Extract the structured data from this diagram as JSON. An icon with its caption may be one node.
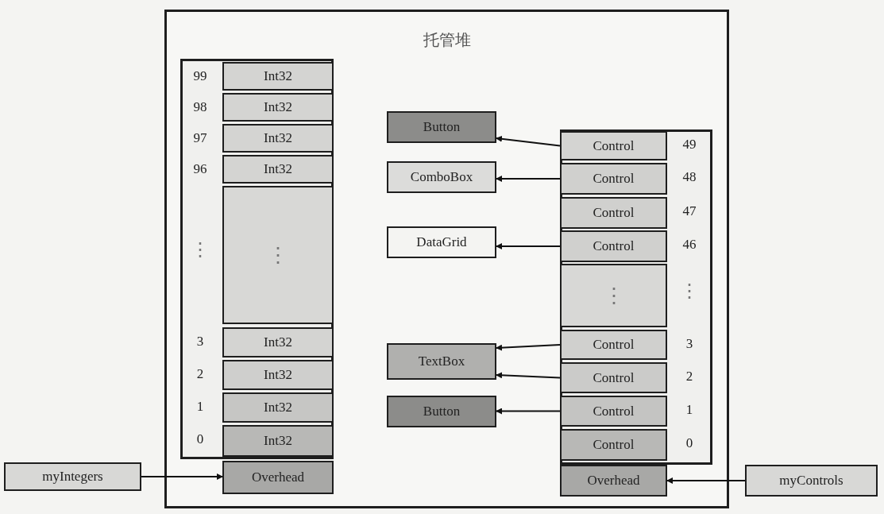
{
  "diagram": {
    "nodes": [
      {
        "text": [
          "托管堆"
        ]
      },
      {
        "text": [],
        "shape": "box",
        "in": 0
      },
      {
        "text": [
          "Int32"
        ],
        "in": 1
      },
      {
        "text": [
          "Int32"
        ],
        "in": 1
      },
      {
        "text": [
          "Int32"
        ],
        "in": 1
      },
      {
        "text": [
          "Int32"
        ],
        "in": 1
      },
      {
        "text": [
          "⋮"
        ],
        "in": 1
      },
      {
        "text": [
          "Int32"
        ],
        "in": 1
      },
      {
        "text": [
          "Int32"
        ],
        "in": 1
      },
      {
        "text": [
          "Int32"
        ],
        "in": 1
      },
      {
        "text": [
          "Int32"
        ],
        "in": 1
      },
      {
        "text": [
          "Overhead"
        ],
        "in": 0
      },
      {
        "text": [
          "myIntegers"
        ]
      },
      {
        "text": [
          "Button"
        ],
        "in": 0
      },
      {
        "text": [
          "ComboBox"
        ],
        "in": 0
      },
      {
        "text": [
          "DataGrid"
        ],
        "in": 0
      },
      {
        "text": [
          "TextBox"
        ],
        "in": 0
      },
      {
        "text": [
          "Button"
        ],
        "in": 0
      },
      {
        "text": [],
        "shape": "box",
        "in": 0
      },
      {
        "text": [
          "Control"
        ],
        "in": 18
      },
      {
        "text": [
          "Control"
        ],
        "in": 18
      },
      {
        "text": [
          "Control"
        ],
        "in": 18
      },
      {
        "text": [
          "Control"
        ],
        "in": 18
      },
      {
        "text": [
          "⋮"
        ],
        "in": 18
      },
      {
        "text": [
          "Control"
        ],
        "in": 18
      },
      {
        "text": [
          "Control"
        ],
        "in": 18
      },
      {
        "text": [
          "Control"
        ],
        "in": 18
      },
      {
        "text": [
          "Control"
        ],
        "in": 18
      },
      {
        "text": [
          "Overhead"
        ],
        "in": 0
      },
      {
        "text": [
          "myControls"
        ]
      }
    ],
    "edges": [
      {
        "from": 12,
        "to": 11,
        "arrow": "to"
      },
      {
        "from": 19,
        "to": 13,
        "arrow": "to"
      },
      {
        "from": 20,
        "to": 14,
        "arrow": "to"
      },
      {
        "from": 22,
        "to": 15,
        "arrow": "to"
      },
      {
        "from": 24,
        "to": 16,
        "arrow": "to"
      },
      {
        "from": 25,
        "to": 16,
        "arrow": "to"
      },
      {
        "from": 26,
        "to": 17,
        "arrow": "to"
      },
      {
        "from": 29,
        "to": 28,
        "arrow": "to"
      }
    ],
    "labels": [
      "99",
      "98",
      "97",
      "96",
      "⋮",
      "3",
      "2",
      "1",
      "0",
      "49",
      "48",
      "47",
      "46",
      "⋮",
      "3",
      "2",
      "1",
      "0"
    ]
  }
}
